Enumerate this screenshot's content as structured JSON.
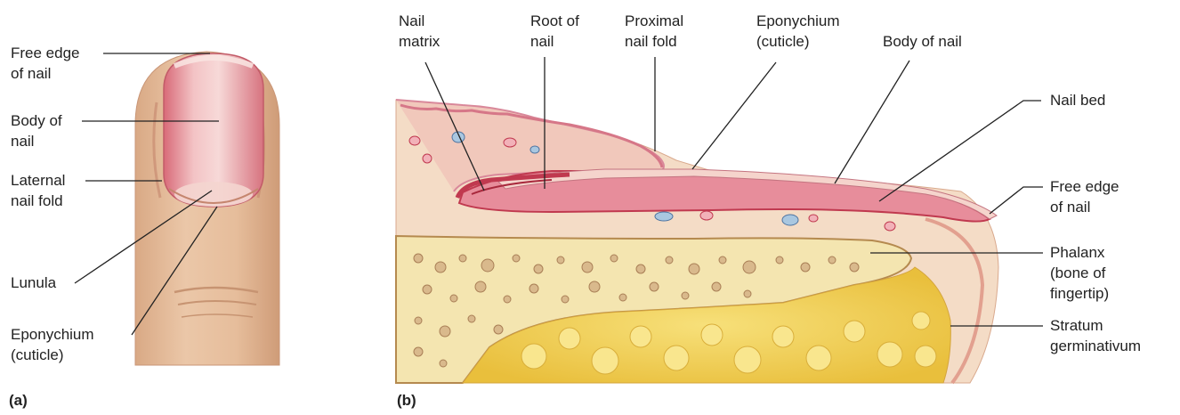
{
  "panel_a": {
    "letter": "(a)",
    "labels": {
      "free_edge": "Free edge\nof nail",
      "body": "Body of\nnail",
      "lateral_fold": "Laternal\nnail fold",
      "lunula": "Lunula",
      "eponychium": "Eponychium\n(cuticle)"
    }
  },
  "panel_b": {
    "letter": "(b)",
    "labels": {
      "nail_matrix": "Nail\nmatrix",
      "root": "Root of\nnail",
      "proximal_fold": "Proximal\nnail fold",
      "eponychium": "Eponychium\n(cuticle)",
      "body": "Body of nail",
      "nail_bed": "Nail bed",
      "free_edge": "Free edge\nof nail",
      "phalanx": "Phalanx\n(bone of\nfingertip)",
      "stratum": "Stratum\ngerminativum"
    }
  },
  "colors": {
    "skin": "#e7c09f",
    "nail_pink": "#e48a94",
    "nail_red": "#d2404f",
    "bone": "#f1e1a6",
    "fat": "#f2cf57",
    "dermis": "#f3d7c0"
  }
}
